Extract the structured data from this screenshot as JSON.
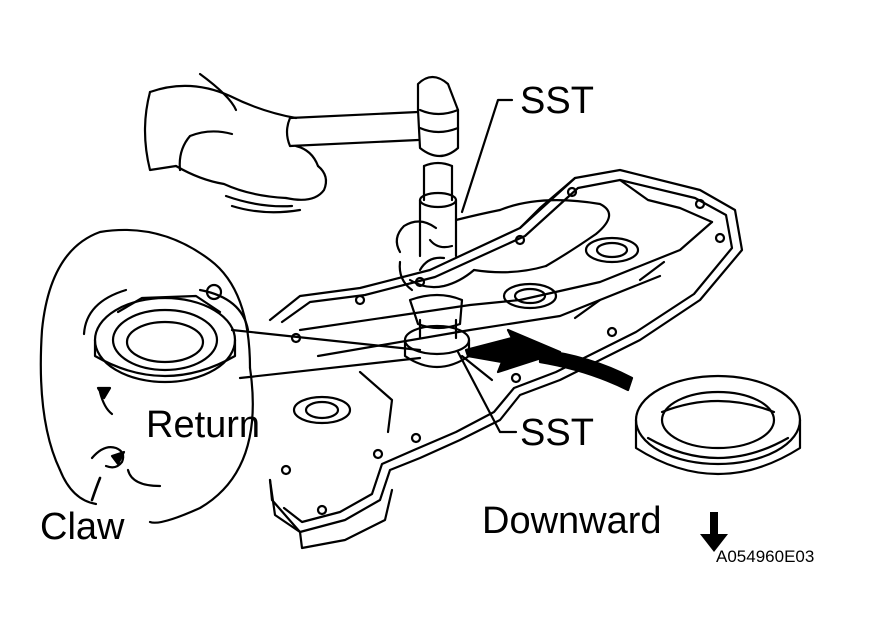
{
  "labels": {
    "sst_top": "SST",
    "sst_bottom": "SST",
    "return": "Return",
    "claw": "Claw",
    "downward": "Downward",
    "figure_code": "A054960E03"
  },
  "colors": {
    "ink": "#000000",
    "paper": "#ffffff"
  }
}
